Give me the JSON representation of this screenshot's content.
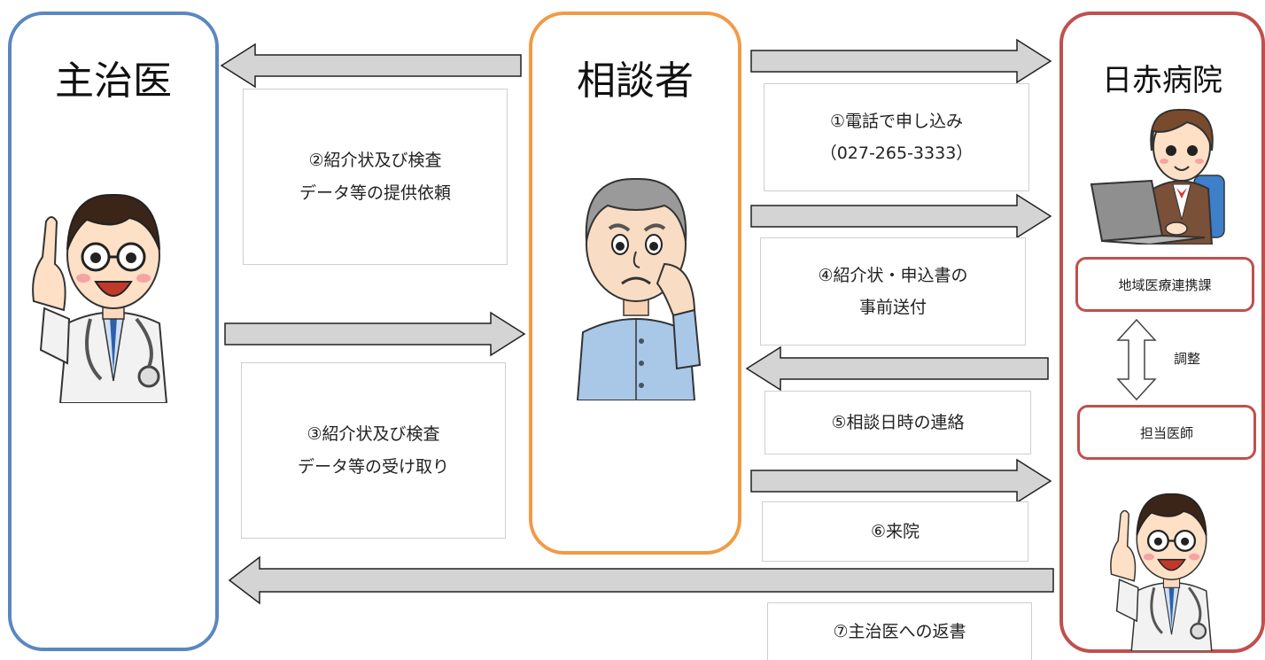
{
  "panels": {
    "doctor": {
      "title": "主治医",
      "color": "#5b87c2"
    },
    "consultant": {
      "title": "相談者",
      "color": "#f19a45"
    },
    "hospital": {
      "title": "日赤病院",
      "color": "#c0504d"
    }
  },
  "steps": {
    "step1": {
      "line1": "①電話で申し込み",
      "line2": "（027-265-3333）"
    },
    "step2": {
      "line1": "②紹介状及び検査",
      "line2": "データ等の提供依頼"
    },
    "step3": {
      "line1": "③紹介状及び検査",
      "line2": "データ等の受け取り"
    },
    "step4": {
      "line1": "④紹介状・申込書の",
      "line2": "事前送付"
    },
    "step5": {
      "line1": "⑤相談日時の連絡"
    },
    "step6": {
      "line1": "⑥来院"
    },
    "step7": {
      "line1": "⑦主治医への返書"
    }
  },
  "hospital_units": {
    "liaison": "地域医療連携課",
    "coordinate": "調整",
    "physician": "担当医師"
  },
  "icons": {
    "doctor": "doctor-illustration-icon",
    "elderly": "worried-elderly-man-icon",
    "receptionist": "receptionist-with-laptop-icon",
    "double_arrow": "double-vertical-arrow-icon",
    "flow_arrow": "flow-arrow-icon"
  },
  "colors": {
    "arrow_fill": "#d4d4d4",
    "arrow_stroke": "#222222"
  }
}
